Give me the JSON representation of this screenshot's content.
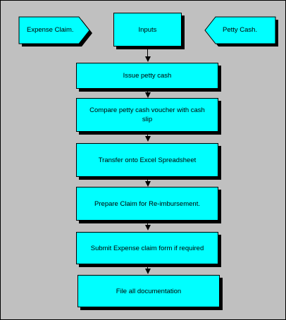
{
  "diagram": {
    "inputs_label": "Inputs",
    "expense_claim_label": "Expense Claim.",
    "petty_cash_label": "Petty Cash.",
    "steps": [
      "Issue petty cash",
      "Compare petty cash voucher with cash slip",
      "Transfer onto Excel Spreadsheet",
      "Prepare Claim for Re-imbursement.",
      "Submit Expense claim form if required",
      "File all documentation"
    ]
  },
  "colors": {
    "box_fill": "#00ffff",
    "background": "#c0c0c0",
    "outline": "#000000"
  }
}
